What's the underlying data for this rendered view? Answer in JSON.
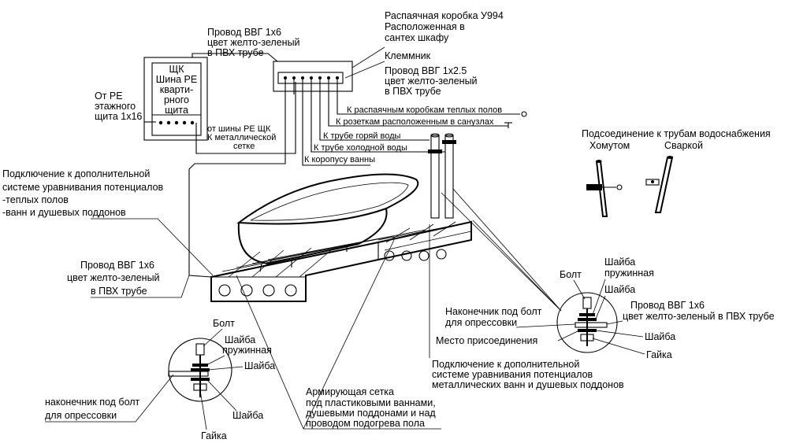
{
  "labels": {
    "shk_1": "ЩК",
    "shk_2": "Шина PE",
    "shk_3": "кварти-",
    "shk_4": "рного",
    "shk_5": "щита",
    "from_pe_1": "От PE",
    "from_pe_2": "этажного",
    "from_pe_3": "щита 1х16",
    "wire_top_1": "Провод ВВГ 1х6",
    "wire_top_2": "цвет желто-зеленый",
    "wire_top_3": "в ПВХ трубе",
    "box_1": "Распаячная коробка У994",
    "box_2": "Расположенная в",
    "box_3": "сантех шкафу",
    "terminal": "Клеммник",
    "wire25_1": "Провод ВВГ 1х2.5",
    "wire25_2": "цвет желто-зеленый",
    "wire25_3": "в ПВХ трубе",
    "to_floor_boxes": "К распаячным коробкам теплых полов",
    "to_sockets": "К розеткам расположенным в санузлах",
    "to_hot": "К трубе горяй воды",
    "to_cold": "К трубе холодной воды",
    "to_bath": "К коропусу ванны",
    "from_bus_1": "от шины PE ЩК",
    "from_bus_2": "К металлической",
    "from_bus_3": "сетке",
    "pipes_title": "Подсоединение к трубам водоснабжения",
    "clamp": "Хомутом",
    "weld": "Сваркой",
    "extra_1": "Подключение к дополнительной",
    "extra_2": "системе уравнивания потенциалов",
    "extra_3": "-теплых полов",
    "extra_4": "-ванн и душевых поддонов",
    "wire_left_1": "Провод ВВГ 1х6",
    "wire_left_2": "цвет желто-зеленый",
    "wire_left_3": "в ПВХ трубе",
    "bolt": "Болт",
    "spring_washer_1": "Шайба",
    "spring_washer_2": "пружинная",
    "washer": "Шайба",
    "nut": "Гайка",
    "lug_1": "наконечник под болт",
    "lug_2": "для опрессовки",
    "mesh_1": "Армирующая сетка",
    "mesh_2": "под пластиковыми ваннами,",
    "mesh_3": "душевыми поддонами и над",
    "mesh_4": "проводом подогрева пола",
    "lug_r_1": "Наконечник под болт",
    "lug_r_2": "для опрессовки",
    "place": "Место присоединения",
    "metal_1": "Подключение к дополнительной",
    "metal_2": "системе уравнивания потенциалов",
    "metal_3": "металлических ванн и душевых поддонов",
    "wire_right_1": "Провод ВВГ 1х6",
    "wire_right_2": "цвет желто-зеленый в ПВХ трубе"
  }
}
